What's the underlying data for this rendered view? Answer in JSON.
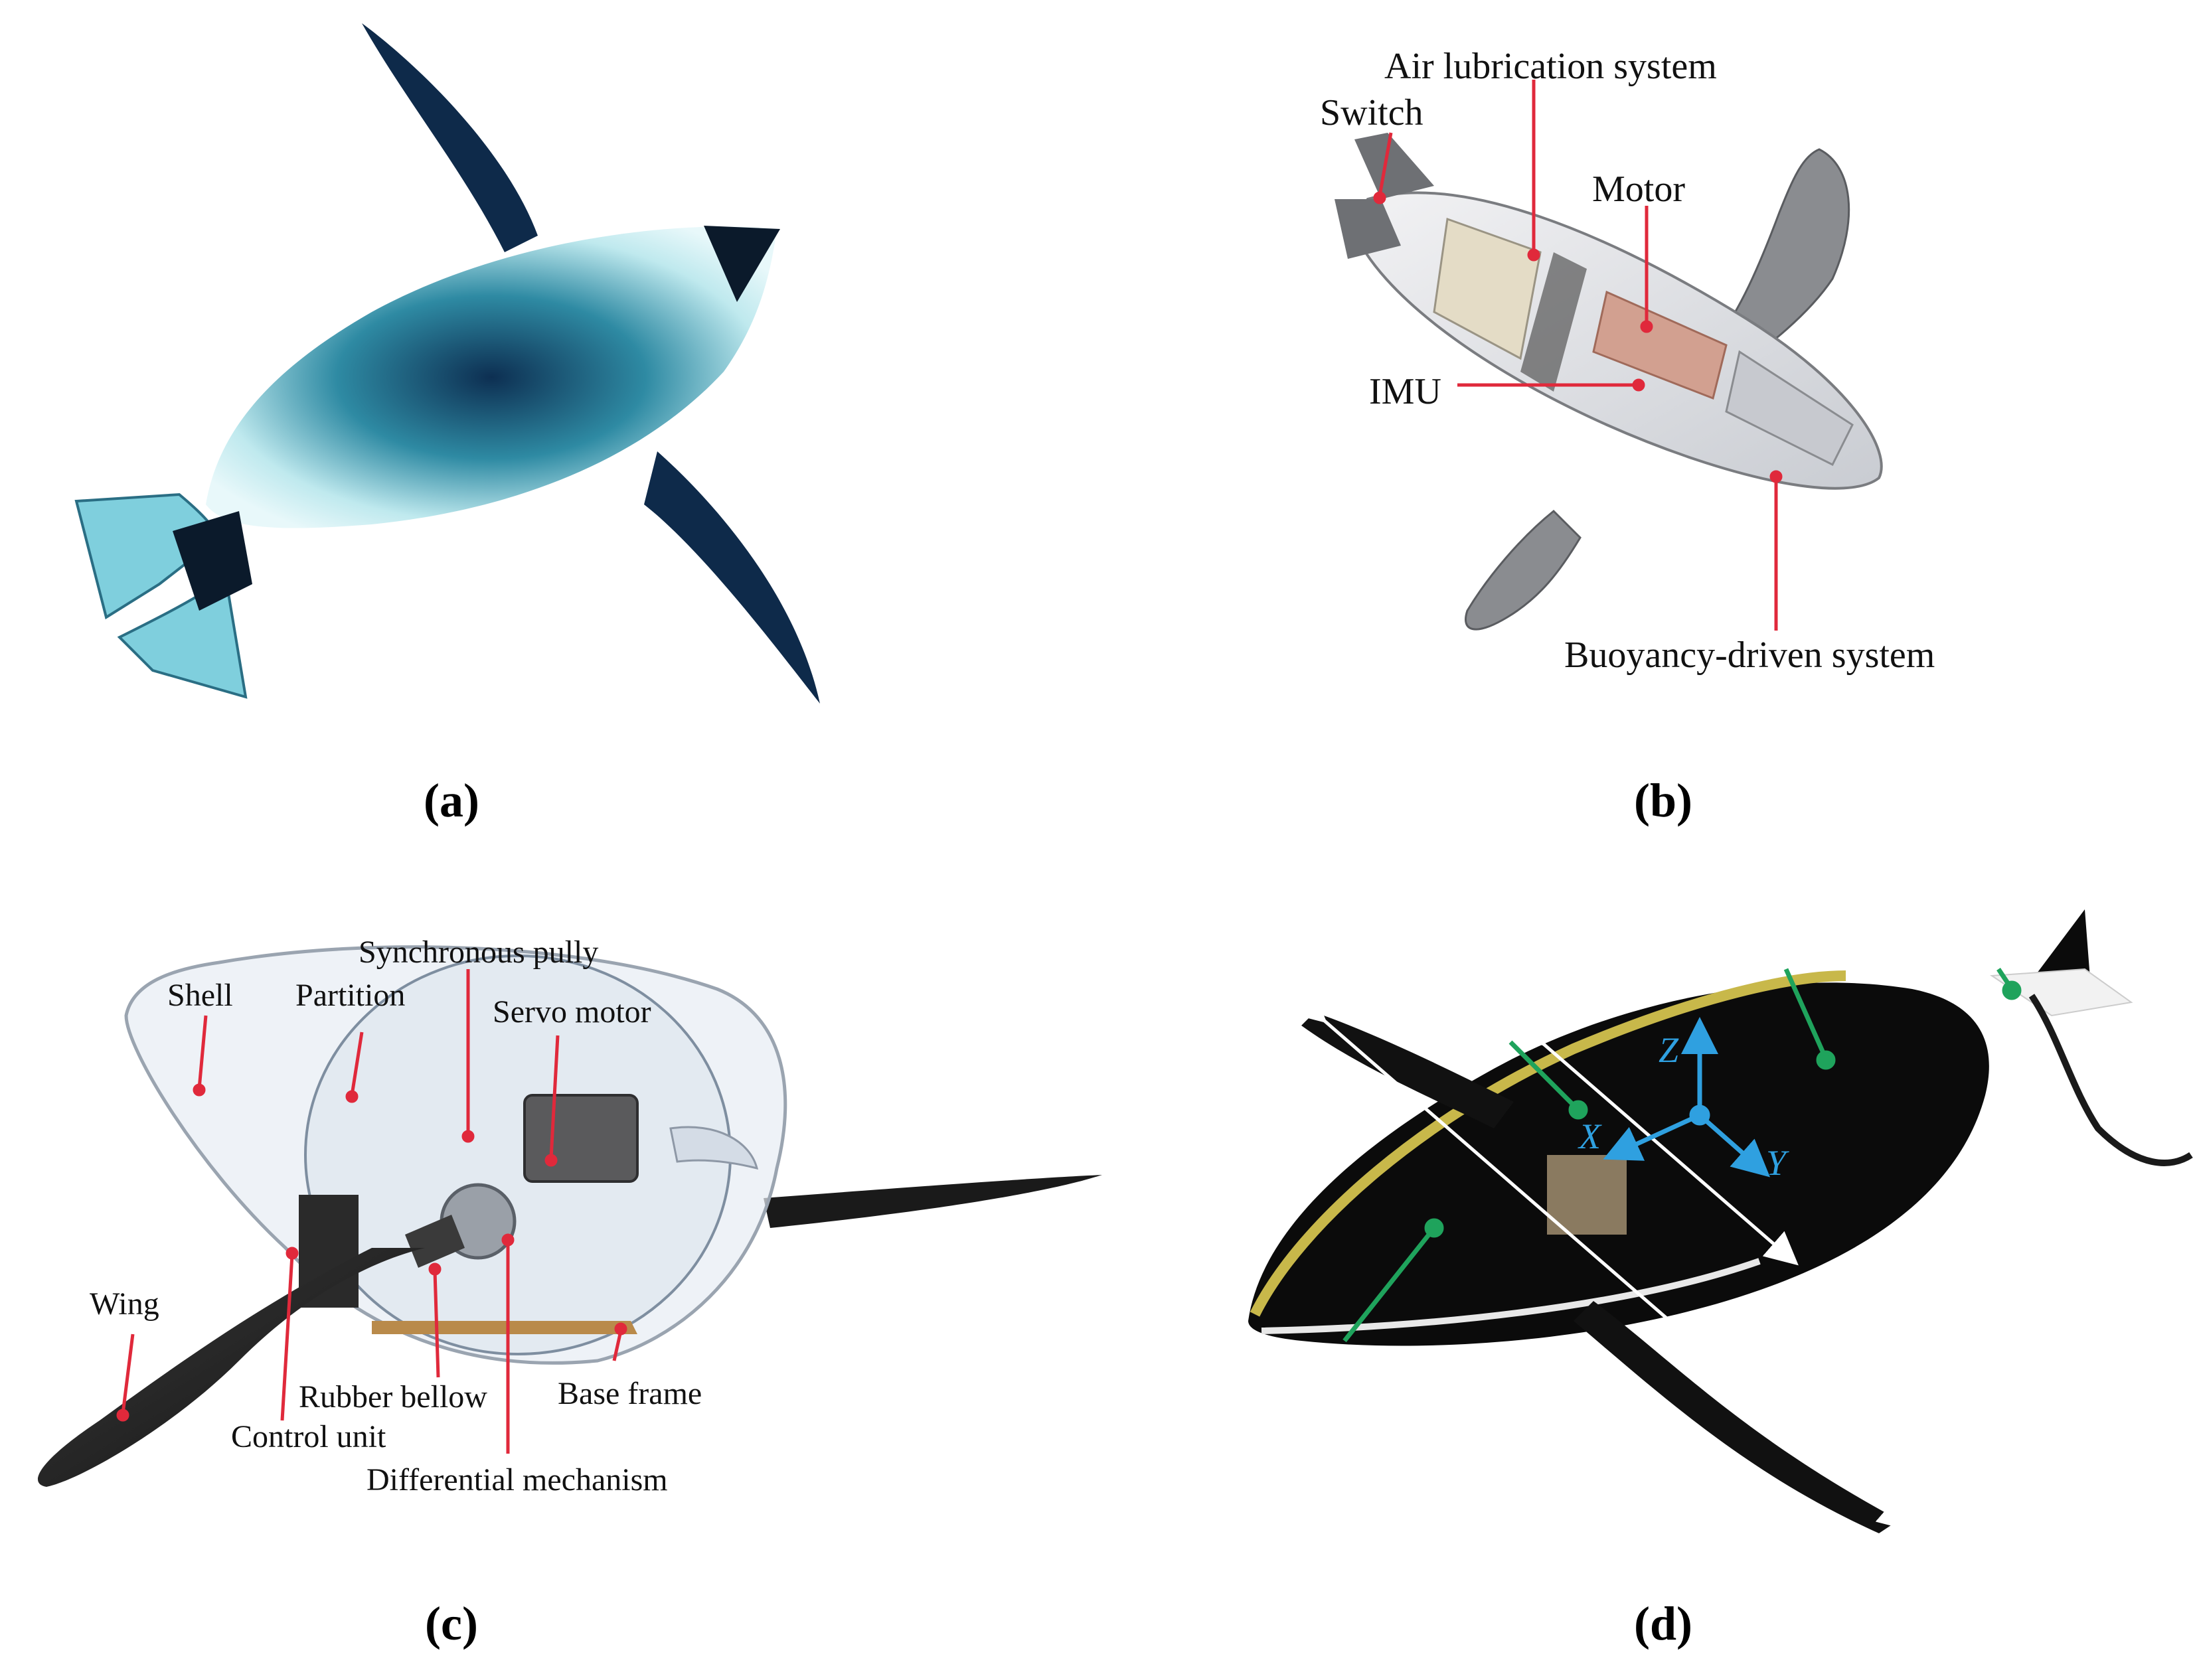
{
  "panels": {
    "a": {
      "caption": "(a)"
    },
    "b": {
      "caption": "(b)",
      "labels": {
        "air": "Air lubrication system",
        "switch": "Switch",
        "motor": "Motor",
        "imu": "IMU",
        "buoyancy": "Buoyancy-driven system"
      }
    },
    "c": {
      "caption": "(c)",
      "labels": {
        "sync": "Synchronous pully",
        "shell": "Shell",
        "partition": "Partition",
        "servo": "Servo motor",
        "wing": "Wing",
        "rubber": "Rubber bellow",
        "base": "Base frame",
        "control": "Control unit",
        "diff": "Differential mechanism"
      }
    },
    "d": {
      "caption": "(d)",
      "axes": {
        "z": "Z",
        "x": "X",
        "y": "Y"
      }
    }
  },
  "colors": {
    "leader_red": "#e0293b",
    "leader_green": "#1fa35c",
    "axis_blue": "#2fa0e0",
    "penguin_dark": "#0e2a4a",
    "penguin_teal": "#8fd3de",
    "robot_black": "#0b0b0b",
    "stripe_yellow": "#c8b84a"
  }
}
